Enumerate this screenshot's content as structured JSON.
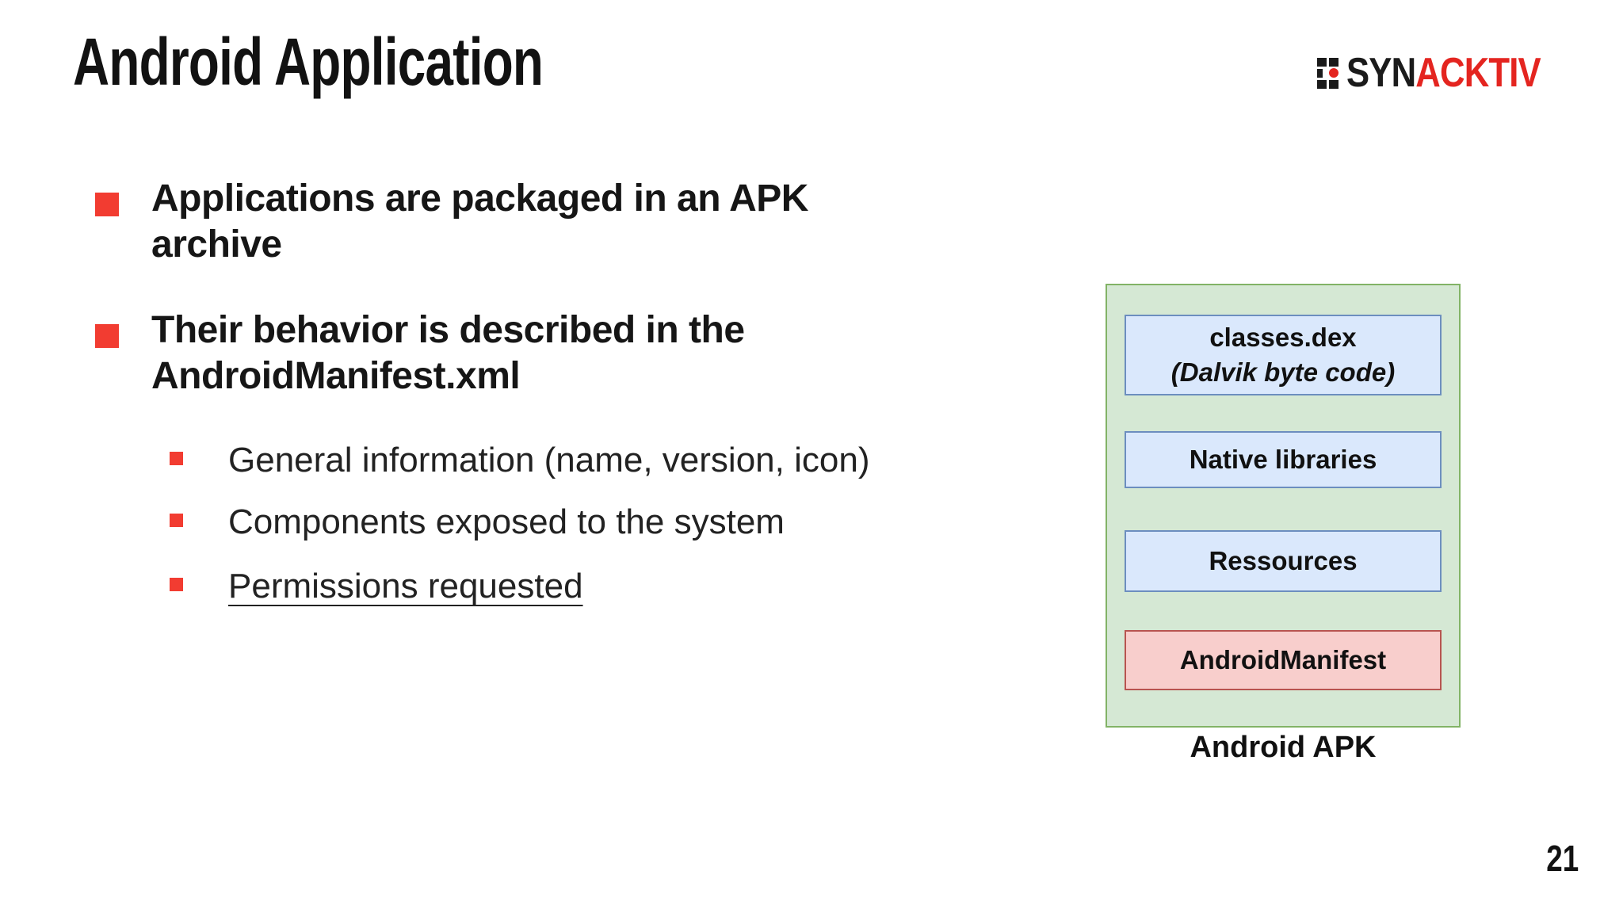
{
  "slide": {
    "title": "Android Application",
    "page_number": "21"
  },
  "logo": {
    "name": "synacktiv-logo",
    "text_black": "SYN",
    "text_red": "ACKTIV",
    "brand_red": "#e42520",
    "brand_black": "#1b1b1b"
  },
  "bullets": {
    "level1": [
      {
        "text": "Applications are packaged in an APK\narchive"
      },
      {
        "text": "Their behavior is described in the\nAndroidManifest.xml"
      }
    ],
    "level2": [
      {
        "text": "General information (name, version, icon)",
        "underlined": false
      },
      {
        "text": "Components exposed to the system",
        "underlined": false
      },
      {
        "text": "Permissions requested",
        "underlined": true
      }
    ],
    "marker_color": "#f23c31"
  },
  "diagram": {
    "caption": "Android APK",
    "container_fill": "#d5e8d4",
    "container_border": "#82b366",
    "boxes": [
      {
        "line1": "classes.dex",
        "line2": "(Dalvik byte code)",
        "fill": "#dae8fc",
        "border": "#6c8ebf"
      },
      {
        "line1": "Native libraries",
        "fill": "#dae8fc",
        "border": "#6c8ebf"
      },
      {
        "line1": "Ressources",
        "fill": "#dae8fc",
        "border": "#6c8ebf"
      },
      {
        "line1": "AndroidManifest",
        "fill": "#f8cecc",
        "border": "#b85450"
      }
    ]
  }
}
